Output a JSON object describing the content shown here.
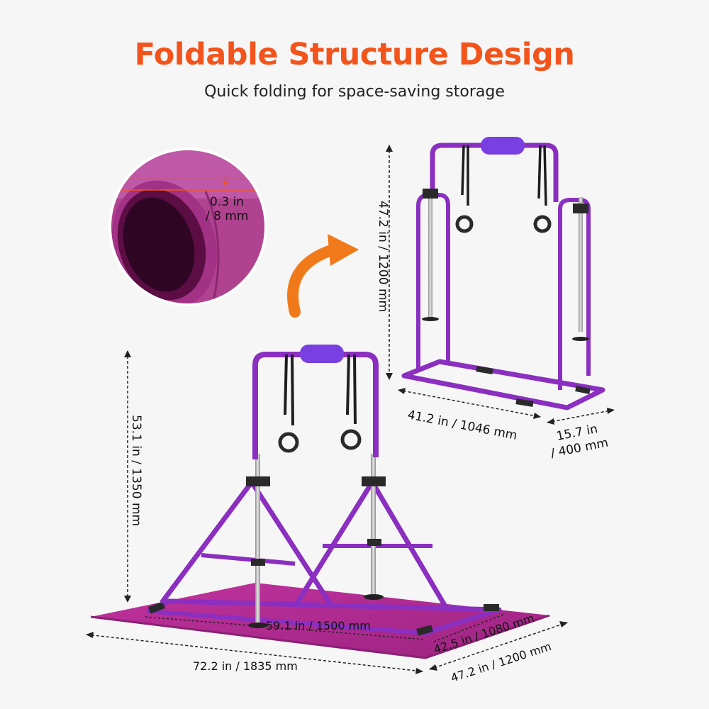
{
  "header": {
    "title": "Foldable Structure Design",
    "subtitle": "Quick folding for space-saving storage"
  },
  "mat_detail": {
    "thickness_in": "0.3 in",
    "thickness_mm": "/ 8 mm"
  },
  "folded_frame": {
    "height": "47.2 in / 1200 mm",
    "width": "41.2 in / 1046 mm",
    "depth_in": "15.7 in",
    "depth_mm": "/ 400 mm"
  },
  "assembled_frame": {
    "height": "53.1 in / 1350 mm",
    "base_width": "59.1 in / 1500 mm",
    "base_depth": "42.5 in / 1080 mm",
    "mat_length": "72.2 in / 1835 mm",
    "mat_width": "47.2 in / 1200 mm"
  },
  "colors": {
    "title": "#f2541b",
    "frame": "#8a2fc0",
    "mat": "#b02a98",
    "pad": "#7a3fe0",
    "arrow": "#f07a1a"
  },
  "icons": {
    "fold_arrow": "curved-arrow-icon"
  }
}
